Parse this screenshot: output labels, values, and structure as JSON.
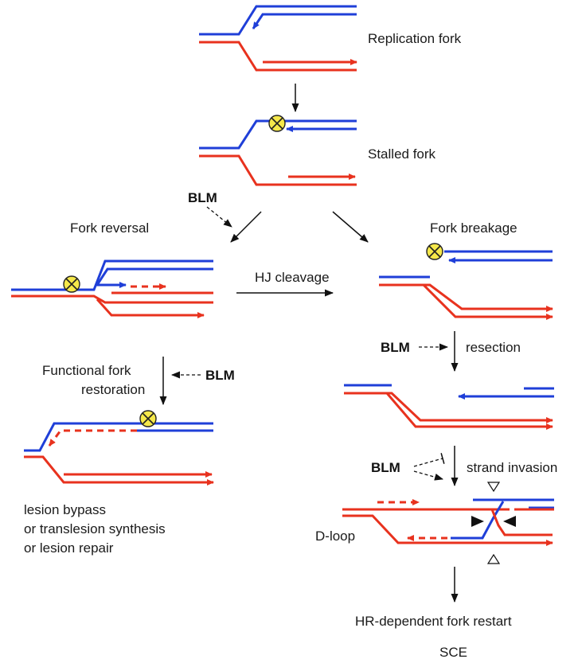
{
  "labels": {
    "replication_fork": "Replication fork",
    "stalled_fork": "Stalled fork",
    "fork_reversal": "Fork reversal",
    "fork_breakage": "Fork breakage",
    "hj_cleavage": "HJ cleavage",
    "functional_fork_line1": "Functional fork",
    "functional_fork_line2": "restoration",
    "resection": "resection",
    "strand_invasion": "strand invasion",
    "d_loop": "D-loop",
    "outcome_line1": "lesion bypass",
    "outcome_line2": "or translesion synthesis",
    "outcome_line3": "or lesion repair",
    "hr_restart": "HR-dependent fork restart",
    "sce": "SCE"
  },
  "blm": {
    "label_1": "BLM",
    "label_2": "BLM",
    "label_3": "BLM",
    "label_4": "BLM"
  },
  "colors": {
    "blue_strand": "#1f3fd8",
    "red_strand": "#e8321e",
    "lesion": "#f5e84a",
    "arrows": "#111111"
  },
  "icons": {
    "lesion": "lesion-x-circle-icon",
    "arrowhead": "arrowhead-icon"
  }
}
